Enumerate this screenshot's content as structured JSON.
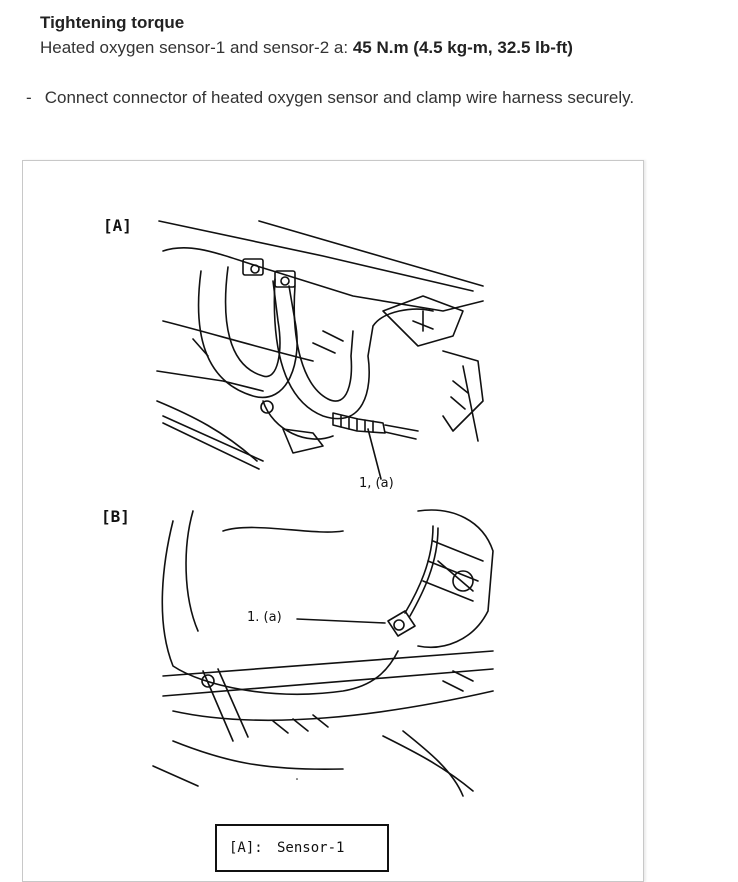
{
  "torque": {
    "heading": "Tightening torque",
    "spec_label": "Heated oxygen sensor-1 and sensor-2 a:",
    "spec_value": "45 N.m (4.5 kg-m, 32.5 lb-ft)"
  },
  "instruction": {
    "bullet": "-",
    "text": "Connect connector of heated oxygen sensor and clamp wire harness securely."
  },
  "figure": {
    "panel_a_label": "[A]",
    "panel_b_label": "[B]",
    "callout_a": "1, (a)",
    "callout_b": "1. (a)",
    "legend": {
      "key": "[A]:",
      "value": "Sensor-1"
    }
  }
}
